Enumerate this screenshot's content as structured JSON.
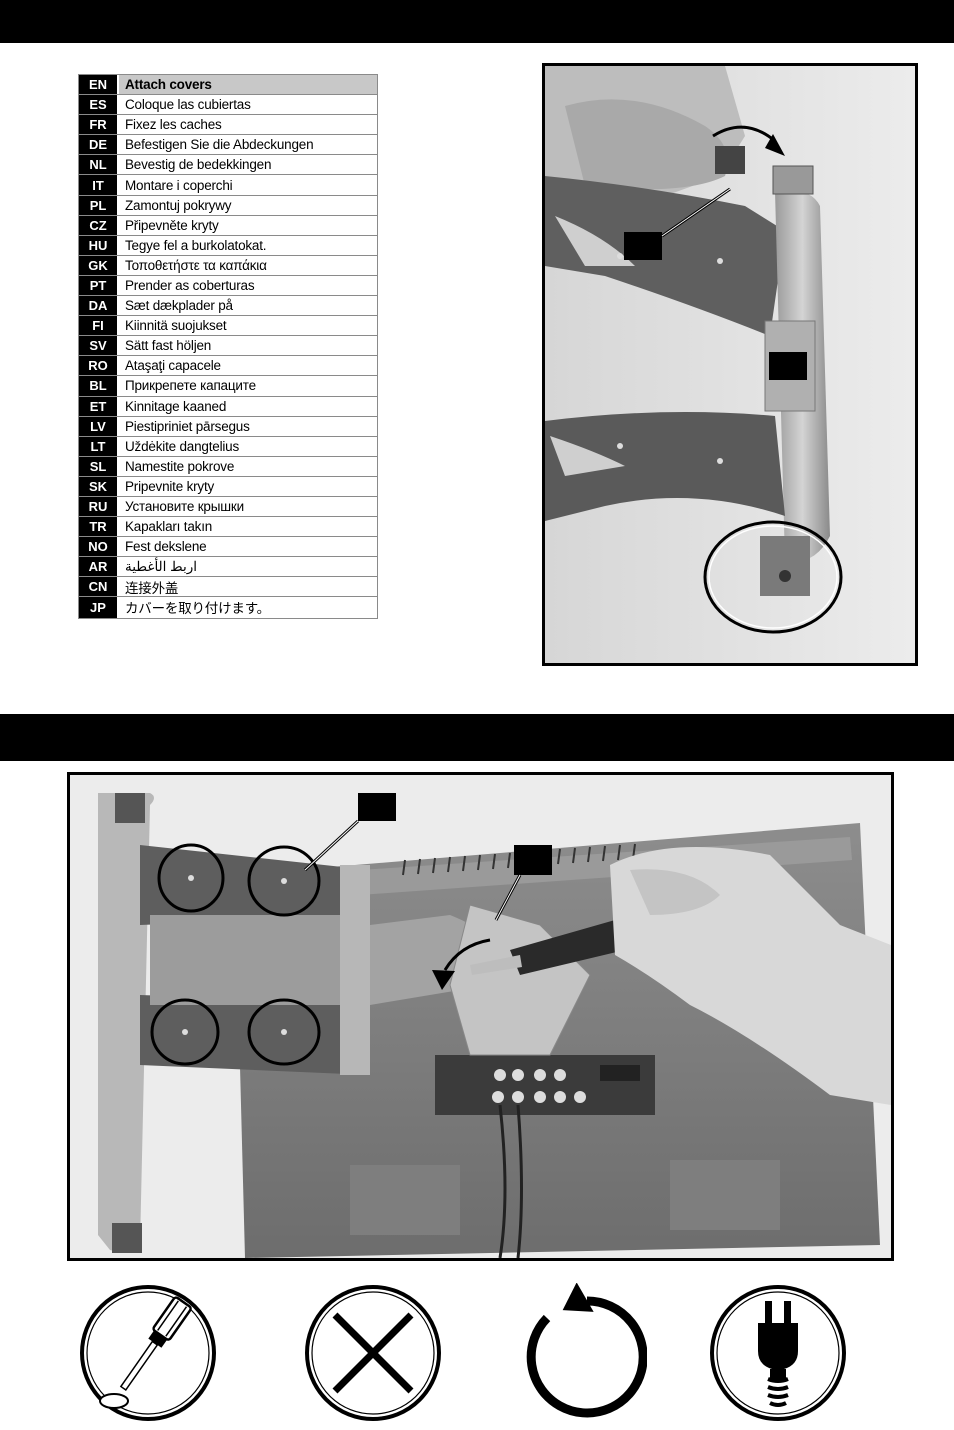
{
  "languages": [
    {
      "code": "EN",
      "text": "Attach covers"
    },
    {
      "code": "ES",
      "text": "Coloque las cubiertas"
    },
    {
      "code": "FR",
      "text": "Fixez les caches"
    },
    {
      "code": "DE",
      "text": "Befestigen Sie die Abdeckungen"
    },
    {
      "code": "NL",
      "text": "Bevestig de bedekkingen"
    },
    {
      "code": "IT",
      "text": "Montare i coperchi"
    },
    {
      "code": "PL",
      "text": "Zamontuj pokrywy"
    },
    {
      "code": "CZ",
      "text": "Připevněte kryty"
    },
    {
      "code": "HU",
      "text": "Tegye fel a burkolatokat."
    },
    {
      "code": "GK",
      "text": "Τοποθετήστε τα καπάκια"
    },
    {
      "code": "PT",
      "text": "Prender as coberturas"
    },
    {
      "code": "DA",
      "text": "Sæt dækplader på"
    },
    {
      "code": "FI",
      "text": "Kiinnitä suojukset"
    },
    {
      "code": "SV",
      "text": "Sätt fast höljen"
    },
    {
      "code": "RO",
      "text": "Ataşaţi capacele"
    },
    {
      "code": "BL",
      "text": "Прикрепете капаците"
    },
    {
      "code": "ET",
      "text": "Kinnitage kaaned"
    },
    {
      "code": "LV",
      "text": "Piestipriniet pārsegus"
    },
    {
      "code": "LT",
      "text": "Uždėkite dangtelius"
    },
    {
      "code": "SL",
      "text": "Namestite pokrove"
    },
    {
      "code": "SK",
      "text": "Pripevnite kryty"
    },
    {
      "code": "RU",
      "text": "Установите крышки"
    },
    {
      "code": "TR",
      "text": "Kapakları takın"
    },
    {
      "code": "NO",
      "text": "Fest dekslene"
    },
    {
      "code": "AR",
      "text": "اربط الأغطية"
    },
    {
      "code": "CN",
      "text": "连接外盖"
    },
    {
      "code": "JP",
      "text": "カバーを取り付けます。"
    }
  ],
  "photos": {
    "top": {
      "subject": "wall bracket arm with cover being attached"
    },
    "bottom": {
      "subject": "tv back with mount arms, hand turning screwdriver"
    }
  },
  "symbols": [
    {
      "icon": "screwdriver-icon"
    },
    {
      "icon": "no-icon"
    },
    {
      "icon": "rotate-counterclockwise-icon"
    },
    {
      "icon": "power-plug-icon"
    }
  ]
}
